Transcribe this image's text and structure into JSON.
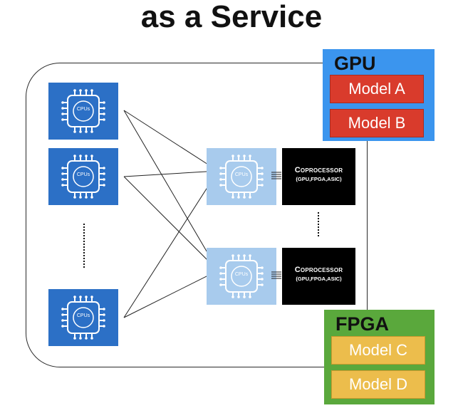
{
  "title": "as a Service",
  "cpu_label": "CPUs",
  "coprocessor": {
    "title": "Coprocessor",
    "subtitle": "(GPU,FPGA,ASIC)"
  },
  "gpu_panel": {
    "title": "GPU",
    "models": [
      "Model A",
      "Model B"
    ]
  },
  "fpga_panel": {
    "title": "FPGA",
    "models": [
      "Model C",
      "Model D"
    ]
  },
  "colors": {
    "client_cpu": "#2c70c6",
    "server_cpu": "#a8cbed",
    "coprocessor": "#000000",
    "gpu_panel": "#3b95ee",
    "gpu_model": "#d93b2c",
    "fpga_panel": "#5aa83c",
    "fpga_model": "#ecbd4c"
  },
  "icons": {
    "chip": "cpu-chip-icon",
    "bus": "bus-lines-icon"
  }
}
